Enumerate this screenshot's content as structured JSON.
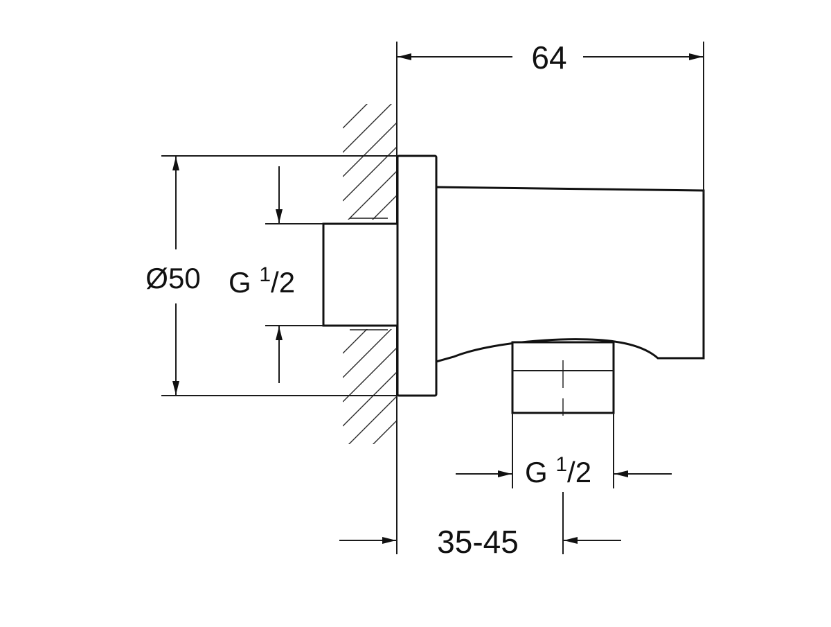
{
  "diagram": {
    "dimensions": {
      "overall_length": "64",
      "flange_diameter": "Ø50",
      "inlet_thread": {
        "prefix": "G ",
        "num": "1",
        "den": "/2"
      },
      "outlet_thread": {
        "prefix": "G ",
        "num": "1",
        "den": "/2"
      },
      "wall_depth": "35-45"
    },
    "colors": {
      "line": "#1a1a1a",
      "background": "#ffffff"
    }
  }
}
